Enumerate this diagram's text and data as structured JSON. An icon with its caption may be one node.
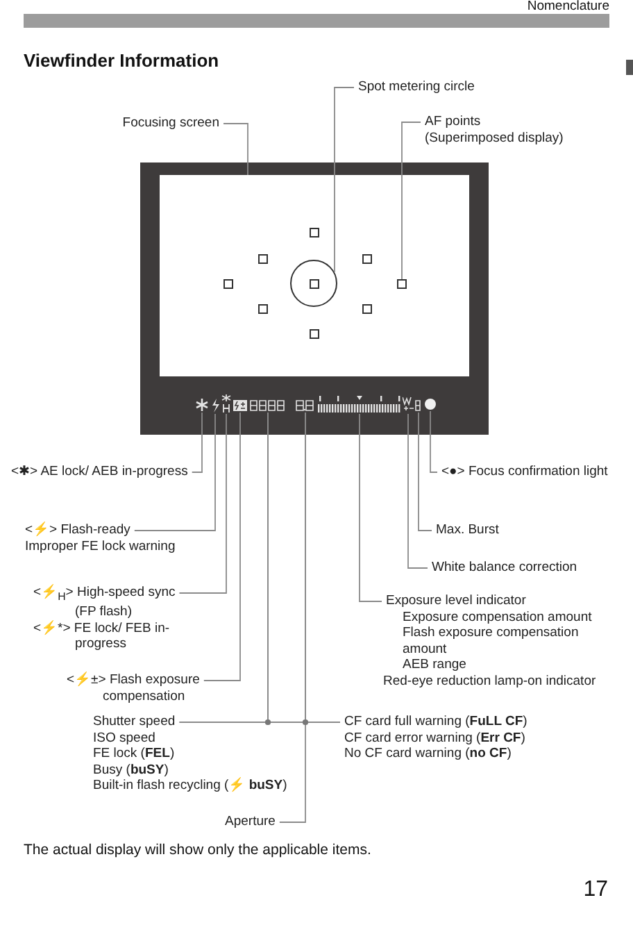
{
  "diagram": {
    "title": "Viewfinder Information",
    "nodes": [
      {
        "text": [],
        "shape": "box"
      },
      {
        "text": [],
        "shape": "box",
        "in": 0
      },
      {
        "text": [],
        "shape": "circle",
        "in": 1
      },
      {
        "text": [],
        "shape": "box",
        "in": 1
      },
      {
        "text": [],
        "shape": "picture",
        "in": 0
      },
      {
        "text": [],
        "shape": "picture",
        "in": 0
      },
      {
        "text": [],
        "shape": "picture",
        "in": 0
      },
      {
        "text": [],
        "shape": "picture",
        "in": 0
      },
      {
        "text": [],
        "shape": "picture",
        "in": 0
      },
      {
        "text": [],
        "shape": "picture",
        "in": 0
      },
      {
        "text": [],
        "shape": "bar",
        "in": 0
      },
      {
        "text": [],
        "shape": "picture",
        "in": 0
      },
      {
        "text": [],
        "shape": "picture",
        "in": 0
      },
      {
        "text": [],
        "shape": "circle",
        "in": 0
      },
      {
        "text": [
          "Focusing screen"
        ]
      },
      {
        "text": [
          "Spot metering circle"
        ]
      },
      {
        "text": [
          "AF points (Superimposed display)"
        ]
      },
      {
        "text": [
          "<✱> AE lock/ AEB in-progress"
        ]
      },
      {
        "text": [
          "<⚡> Flash-ready",
          "Improper FE lock warning"
        ]
      },
      {
        "text": [
          "<⚡$_{H}$> High-speed sync (FP flash)",
          "<⚡*> FE lock/ FEB in-progress"
        ]
      },
      {
        "text": [
          "<⚡±> Flash exposure compensation"
        ]
      },
      {
        "text": [
          "Shutter speed",
          "ISO speed",
          "FE lock (**FEL**)",
          "Busy (**buSY**)",
          "Built-in flash recycling (⚡ **buSY**)"
        ]
      },
      {
        "text": [
          "Aperture"
        ]
      },
      {
        "text": [
          "CF card full warning (**FuLL CF**)",
          "CF card error warning (**Err CF**)",
          "No CF card warning (**no CF**)"
        ]
      },
      {
        "text": [
          "Exposure level indicator",
          "Exposure compensation amount",
          "Flash exposure compensation amount",
          "AEB range",
          "Red-eye reduction lamp-on indicator"
        ]
      },
      {
        "text": [
          "White balance correction"
        ]
      },
      {
        "text": [
          "Max. Burst"
        ]
      },
      {
        "text": [
          "<●> Focus confirmation light"
        ]
      }
    ],
    "edges": [
      {
        "from": 14,
        "to": 1,
        "arrow": "none"
      },
      {
        "from": 15,
        "to": 2,
        "arrow": "none"
      },
      {
        "from": 16,
        "to": 3,
        "arrow": "none"
      },
      {
        "from": 17,
        "to": 4,
        "arrow": "none"
      },
      {
        "from": 18,
        "to": 5,
        "arrow": "none"
      },
      {
        "from": 19,
        "to": 6,
        "arrow": "none"
      },
      {
        "from": 20,
        "to": 7,
        "arrow": "none"
      },
      {
        "from": 21,
        "to": 8,
        "arrow": "none"
      },
      {
        "from": 22,
        "to": 9,
        "arrow": "none"
      },
      {
        "from": 23,
        "to": 9,
        "arrow": "none"
      },
      {
        "from": 23,
        "to": 8,
        "arrow": "none"
      },
      {
        "from": 24,
        "to": 10,
        "arrow": "none"
      },
      {
        "from": 25,
        "to": 11,
        "arrow": "none"
      },
      {
        "from": 26,
        "to": 12,
        "arrow": "none"
      },
      {
        "from": 27,
        "to": 13,
        "arrow": "none"
      }
    ],
    "labels": [
      "Nomenclature",
      "The actual display will show only the applicable items.",
      "17"
    ]
  }
}
